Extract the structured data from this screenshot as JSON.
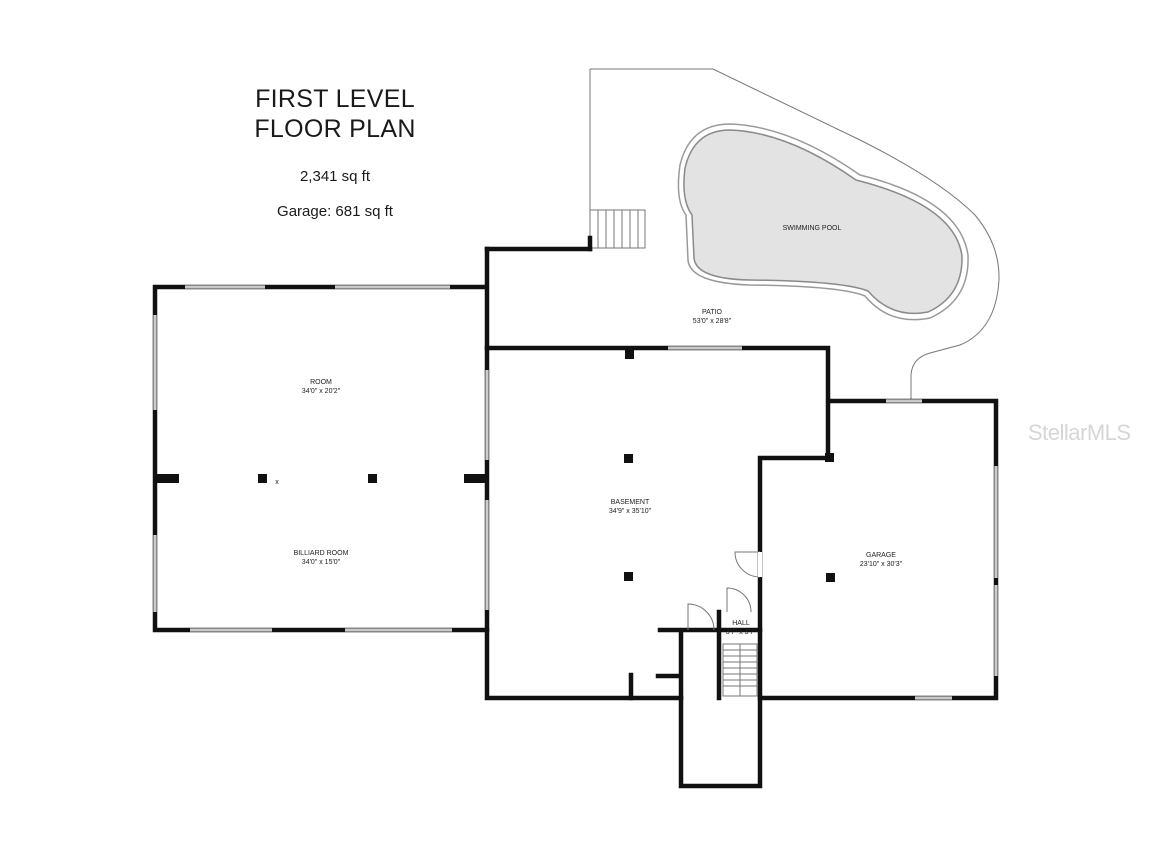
{
  "header": {
    "title_line1": "FIRST LEVEL",
    "title_line2": "FLOOR PLAN",
    "area": "2,341 sq ft",
    "garage_area": "Garage: 681 sq ft"
  },
  "rooms": {
    "room": {
      "name": "ROOM",
      "dims": "34'0\" x 20'2\""
    },
    "billiard": {
      "name": "BILLIARD ROOM",
      "dims": "34'0\" x 15'0\""
    },
    "basement": {
      "name": "BASEMENT",
      "dims": "34'9\" x 35'10\""
    },
    "garage": {
      "name": "GARAGE",
      "dims": "23'10\" x 30'3\""
    },
    "patio": {
      "name": "PATIO",
      "dims": "53'0\" x 28'8\""
    },
    "pool": {
      "name": "SWIMMING POOL"
    },
    "hall": {
      "name": "HALL",
      "dims": "3'7\" x 3'7\""
    },
    "column_mark": "x"
  },
  "watermark": "StellarMLS"
}
